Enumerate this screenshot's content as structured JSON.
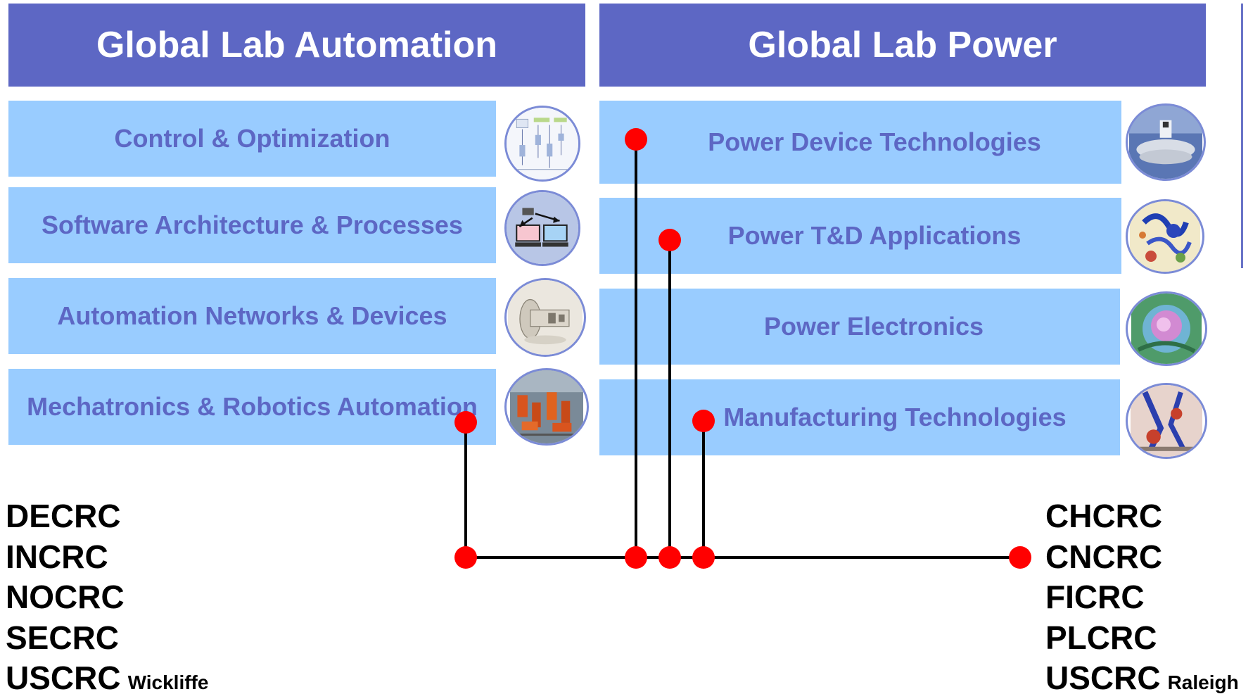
{
  "labs": [
    {
      "title": "Global Lab Automation",
      "areas": [
        {
          "label": "Control & Optimization",
          "icon": "process-chart-icon"
        },
        {
          "label": "Software Architecture & Processes",
          "icon": "networked-computers-icon"
        },
        {
          "label": "Automation Networks & Devices",
          "icon": "device-hardware-icon"
        },
        {
          "label": "Mechatronics & Robotics Automation",
          "icon": "industrial-robots-icon"
        }
      ]
    },
    {
      "title": "Global Lab Power",
      "areas": [
        {
          "label": "Power Device Technologies",
          "icon": "power-device-icon"
        },
        {
          "label": "Power T&D Applications",
          "icon": "field-plot-icon"
        },
        {
          "label": "Power Electronics",
          "icon": "semiconductor-icon"
        },
        {
          "label": "Manufacturing Technologies",
          "icon": "manufacturing-icon"
        }
      ]
    }
  ],
  "sites_left": [
    {
      "code": "DECRC",
      "location": ""
    },
    {
      "code": "INCRC",
      "location": ""
    },
    {
      "code": "NOCRC",
      "location": ""
    },
    {
      "code": "SECRC",
      "location": ""
    },
    {
      "code": "USCRC",
      "location": "Wickliffe"
    }
  ],
  "sites_right": [
    {
      "code": "CHCRC",
      "location": ""
    },
    {
      "code": "CNCRC",
      "location": ""
    },
    {
      "code": "FICRC",
      "location": ""
    },
    {
      "code": "PLCRC",
      "location": ""
    },
    {
      "code": "USCRC",
      "location": "Raleigh"
    }
  ],
  "colors": {
    "header_bg": "#5d67c4",
    "header_text": "#ffffff",
    "area_bg": "#99ccff",
    "area_text": "#5d67c4",
    "connector_dot": "#ff0000",
    "connector_line": "#000000"
  }
}
